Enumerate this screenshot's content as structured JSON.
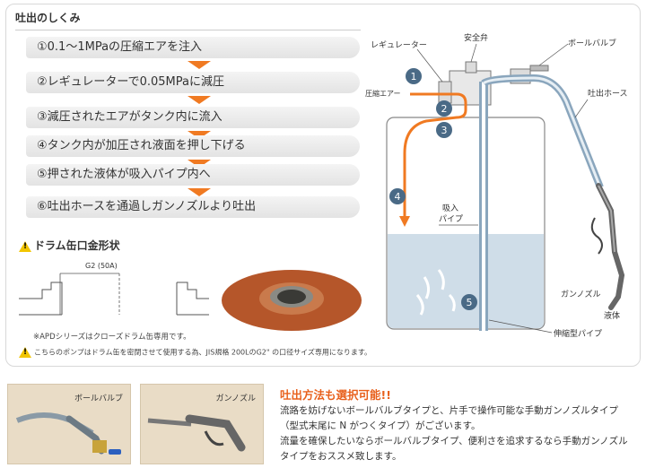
{
  "section_title": "吐出のしくみ",
  "steps": [
    "①0.1～1MPaの圧縮エアを注入",
    "②レギュレーターで0.05MPaに減圧",
    "③減圧されたエアがタンク内に流入",
    "④タンク内が加圧され液面を押し下げる",
    "⑤押された液体が吸入パイプ内へ",
    "⑥吐出ホースを通過しガンノズルより吐出"
  ],
  "drum": {
    "title": "ドラム缶口金形状",
    "dim_label": "G2 (50A)",
    "note": "※APDシリーズはクローズドラム缶専用です。"
  },
  "warning": "こちらのポンプはドラム缶を密閉させて使用する為、JIS規格 200LのG2\" の口径サイズ専用になります。",
  "diagram_labels": {
    "regulator": "レギュレーター",
    "safety_valve": "安全弁",
    "ball_valve": "ボールバルブ",
    "compressed_air": "圧縮エアー",
    "discharge_hose": "吐出ホース",
    "suction_pipe_1": "吸入",
    "suction_pipe_2": "パイプ",
    "gun_nozzle": "ガンノズル",
    "liquid": "液体",
    "telescopic_pipe": "伸縮型パイプ",
    "num1": "1",
    "num2": "2",
    "num3": "3",
    "num4": "4",
    "num5": "5"
  },
  "photos": {
    "ball_valve_label": "ボールバルブ",
    "gun_nozzle_label": "ガンノズル"
  },
  "selection": {
    "title": "吐出方法も選択可能!!",
    "lines": [
      "流路を妨げないボールバルブタイプと、片手で操作可能な手動ガンノズルタイプ",
      "（型式末尾に N がつくタイプ）がございます。",
      "流量を確保したいならボールバルブタイプ、便利さを追求するなら手動ガンノズル",
      "タイプをおススメ致します。"
    ]
  },
  "colors": {
    "accent": "#f07a22",
    "step_circle": "#4a6a86",
    "liquid": "#cfdde8",
    "pipe": "#8aa6bd"
  }
}
